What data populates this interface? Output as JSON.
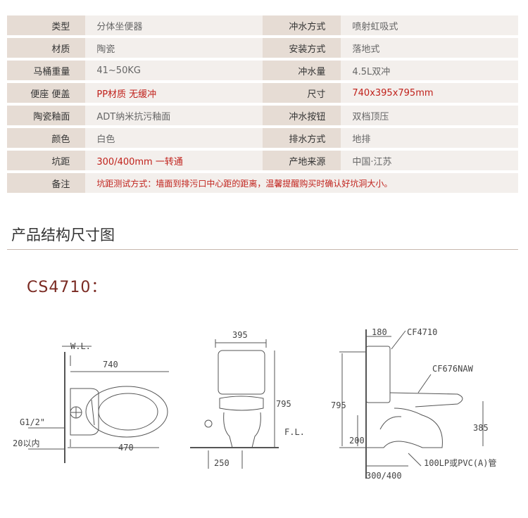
{
  "specs": [
    {
      "l1": "类型",
      "v1": "分体坐便器",
      "l2": "冲水方式",
      "v2": "喷射虹吸式",
      "red1": false,
      "red2": false
    },
    {
      "l1": "材质",
      "v1": "陶瓷",
      "l2": "安装方式",
      "v2": "落地式",
      "red1": false,
      "red2": false
    },
    {
      "l1": "马桶重量",
      "v1": "41~50KG",
      "l2": "冲水量",
      "v2": "4.5L双冲",
      "red1": false,
      "red2": false
    },
    {
      "l1": "便座 便盖",
      "v1": "PP材质 无缓冲",
      "l2": "尺寸",
      "v2": "740x395x795mm",
      "red1": true,
      "red2": true
    },
    {
      "l1": "陶瓷釉面",
      "v1": "ADT纳米抗污釉面",
      "l2": "冲水按钮",
      "v2": "双档顶压",
      "red1": false,
      "red2": false
    },
    {
      "l1": "颜色",
      "v1": "白色",
      "l2": "排水方式",
      "v2": "地排",
      "red1": false,
      "red2": false
    },
    {
      "l1": "坑距",
      "v1": "300/400mm 一转通",
      "l2": "产地来源",
      "v2": "中国·江苏",
      "red1": true,
      "red2": false
    }
  ],
  "note": {
    "label": "备注",
    "value": "坑距测试方式：墙面到排污口中心距的距离，温馨提醒购买时确认好坑洞大小。"
  },
  "section_title": "产品结构尺寸图",
  "model": "CS4710：",
  "diagram": {
    "wl": "W.L.",
    "d740": "740",
    "g12": "G1/2\"",
    "d20": "20以内",
    "d470": "470",
    "d395": "395",
    "d795a": "795",
    "fl": "F.L.",
    "d250": "250",
    "d180": "180",
    "cf4710": "CF4710",
    "cf676": "CF676NAW",
    "d795b": "795",
    "d200": "200",
    "d385": "385",
    "pipe": "100LP或PVC(A)管",
    "d300400": "300/400"
  }
}
